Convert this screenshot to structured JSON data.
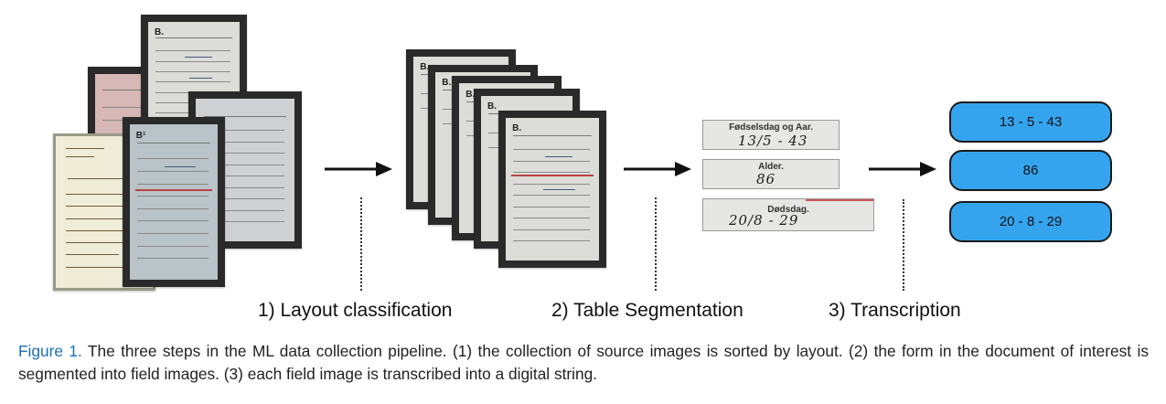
{
  "figure": {
    "steps": [
      {
        "label": "1) Layout classification"
      },
      {
        "label": "2) Table Segmentation"
      },
      {
        "label": "3) Transcription"
      }
    ],
    "fields": [
      {
        "label": "Fødselsdag og Aar.",
        "handwriting": "13/5 - 43"
      },
      {
        "label": "Alder.",
        "handwriting": "86"
      },
      {
        "label": "Dødsdag.",
        "handwriting": "20/8 - 29"
      }
    ],
    "outputs": [
      "13 - 5 - 43",
      "86",
      "20 - 8 - 29"
    ],
    "colors": {
      "output_fill": "#35a4ef",
      "caption_accent": "#1c6fb5"
    }
  },
  "caption": {
    "figure_label": "Figure 1.",
    "text": " The three steps in the ML data collection pipeline. (1) the collection of source images is sorted by layout. (2) the form in the document of interest is segmented into field images. (3) each field image is transcribed into a digital string."
  }
}
